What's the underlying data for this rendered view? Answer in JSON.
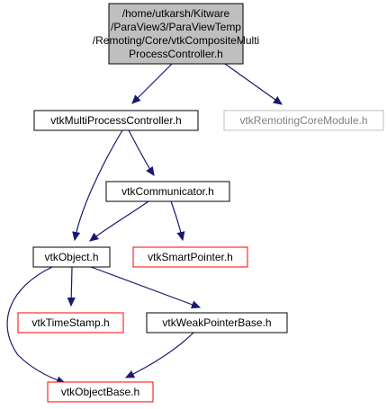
{
  "colors": {
    "edge": "#191970",
    "root_fill": "#bfbfbf",
    "node_border_default": "#000000",
    "node_border_missing": "#ff0000",
    "node_border_external": "#bfbfbf",
    "label_default": "#000000",
    "label_external": "#808080"
  },
  "nodes": [
    {
      "id": "root",
      "kind": "root",
      "lines": [
        "/home/utkarsh/Kitware",
        "/ParaView3/ParaViewTemp",
        "/Remoting/Core/vtkCompositeMulti",
        "ProcessController.h"
      ]
    },
    {
      "id": "multiprocess",
      "kind": "default",
      "lines": [
        "vtkMultiProcessController.h"
      ]
    },
    {
      "id": "remotingcore",
      "kind": "external",
      "lines": [
        "vtkRemotingCoreModule.h"
      ]
    },
    {
      "id": "communicator",
      "kind": "default",
      "lines": [
        "vtkCommunicator.h"
      ]
    },
    {
      "id": "object",
      "kind": "default",
      "lines": [
        "vtkObject.h"
      ]
    },
    {
      "id": "smartpointer",
      "kind": "missing",
      "lines": [
        "vtkSmartPointer.h"
      ]
    },
    {
      "id": "timestamp",
      "kind": "missing",
      "lines": [
        "vtkTimeStamp.h"
      ]
    },
    {
      "id": "weakpointer",
      "kind": "default",
      "lines": [
        "vtkWeakPointerBase.h"
      ]
    },
    {
      "id": "objectbase",
      "kind": "missing",
      "lines": [
        "vtkObjectBase.h"
      ]
    }
  ],
  "edges": [
    {
      "from": "root",
      "to": "multiprocess"
    },
    {
      "from": "root",
      "to": "remotingcore"
    },
    {
      "from": "multiprocess",
      "to": "communicator"
    },
    {
      "from": "multiprocess",
      "to": "object"
    },
    {
      "from": "communicator",
      "to": "object"
    },
    {
      "from": "communicator",
      "to": "smartpointer"
    },
    {
      "from": "object",
      "to": "timestamp"
    },
    {
      "from": "object",
      "to": "weakpointer"
    },
    {
      "from": "object",
      "to": "objectbase"
    },
    {
      "from": "weakpointer",
      "to": "objectbase"
    }
  ]
}
